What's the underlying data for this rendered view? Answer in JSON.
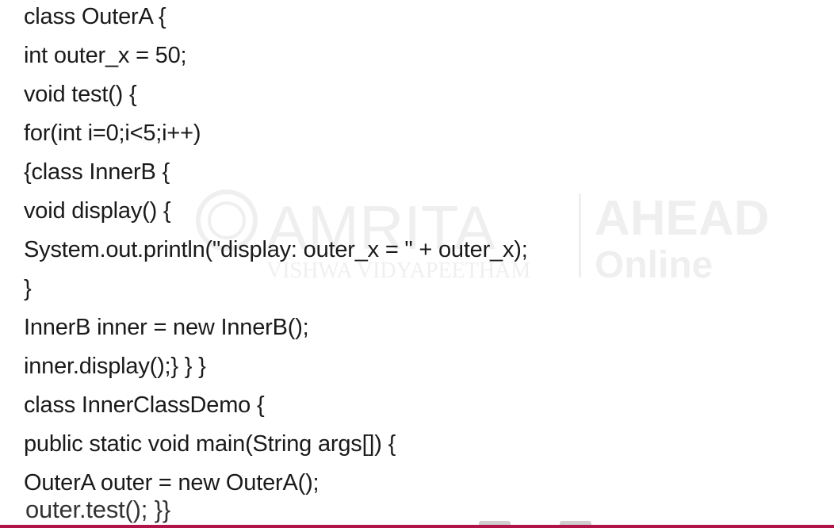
{
  "watermark": {
    "brand": "AMRITA",
    "subtitle": "VISHWA VIDYAPEETHAM",
    "ahead": "AHEAD",
    "online": "Online"
  },
  "code": {
    "lines": [
      "class OuterA {",
      "int outer_x = 50;",
      "void test() {",
      "for(int i=0;i<5;i++)",
      "{class InnerB {",
      "void display() {",
      "System.out.println(\"display: outer_x = \" + outer_x);",
      "}",
      "InnerB inner = new InnerB();",
      "inner.display();} } }",
      "class InnerClassDemo {",
      "public static void main(String args[]) {",
      "OuterA outer = new OuterA();",
      "outer.test(); }}"
    ]
  },
  "colors": {
    "text": "#1a1a1a",
    "accent_bar": "#b0124a",
    "watermark": "#9aa0a6"
  }
}
